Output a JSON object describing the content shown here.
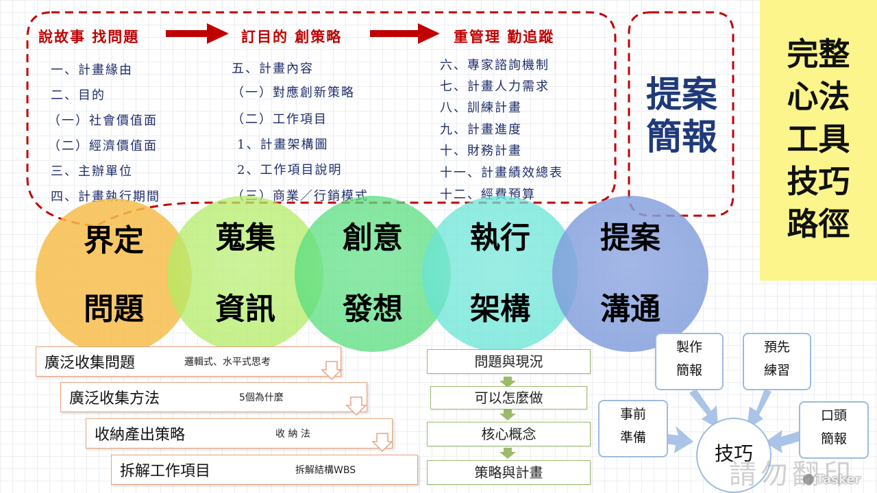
{
  "phases": [
    {
      "title": "說故事 找問題",
      "items": [
        "一、計畫緣由",
        "二、目的",
        "（一）社會價值面",
        "（二）經濟價值面",
        "三、主辦單位",
        "四、計畫執行期間"
      ]
    },
    {
      "title": "訂目的 創策略",
      "items": [
        "五、計畫內容",
        "（一）對應創新策略",
        "（二）工作項目",
        "1、計畫架構圖",
        "2、工作項目說明",
        "（三）商業／行銷模式"
      ]
    },
    {
      "title": "重管理 勤追蹤",
      "items": [
        "六、專家諮詢機制",
        "七、計畫人力需求",
        "八、訓練計畫",
        "九、計畫進度",
        "十、財務計畫",
        "十一、計畫績效總表",
        "十二、經費預算"
      ]
    }
  ],
  "proposal_box": {
    "line1": "提案",
    "line2": "簡報"
  },
  "method_box": {
    "lines": [
      "完整",
      "心法",
      "工具",
      "技巧",
      "路徑"
    ],
    "bg": "#fbf58c"
  },
  "circles": [
    {
      "top": "界定",
      "bottom": "問題",
      "color": "#f5b83c"
    },
    {
      "top": "蒐集",
      "bottom": "資訊",
      "color": "#a6e84a"
    },
    {
      "top": "創意",
      "bottom": "發想",
      "color": "#3fd86a"
    },
    {
      "top": "執行",
      "bottom": "架構",
      "color": "#4fe0cf"
    },
    {
      "top": "提案",
      "bottom": "溝通",
      "color": "#6f8fd6"
    }
  ],
  "steps_left": [
    {
      "main": "廣泛收集問題",
      "sub": "邏輯式、水平式思考"
    },
    {
      "main": "廣泛收集方法",
      "sub": "5個為什麼"
    },
    {
      "main": "收納產出策略",
      "sub": "收 納 法"
    },
    {
      "main": "拆解工作項目",
      "sub": "拆解結構WBS"
    }
  ],
  "steps_middle": [
    "問題與現況",
    "可以怎麼做",
    "核心概念",
    "策略與計畫"
  ],
  "tips": {
    "center": "技巧",
    "nodes": [
      {
        "line1": "事前",
        "line2": "準備"
      },
      {
        "line1": "製作",
        "line2": "簡報"
      },
      {
        "line1": "預先",
        "line2": "練習"
      },
      {
        "line1": "口頭",
        "line2": "簡報"
      }
    ]
  },
  "watermark": {
    "text": "請勿翻印",
    "brand": "Tasker"
  },
  "colors": {
    "red": "#c00000",
    "navy": "#1f2d6b",
    "proposal": "#1f3a7a"
  }
}
